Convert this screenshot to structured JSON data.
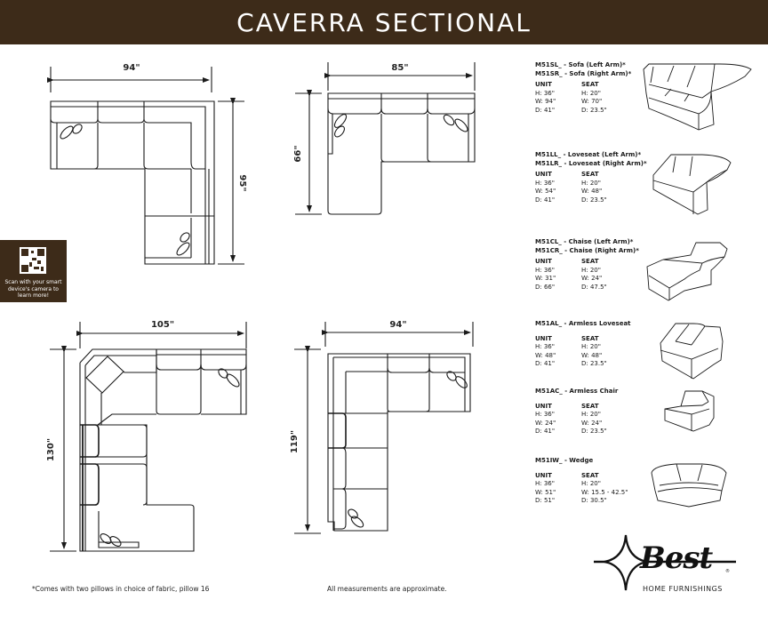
{
  "header": {
    "title": "CAVERRA SECTIONAL",
    "background": "#3d2b19"
  },
  "layouts": [
    {
      "id": "layout-1",
      "width_label": "94\"",
      "depth_label": "95\""
    },
    {
      "id": "layout-2",
      "width_label": "85\"",
      "depth_label": "66\""
    },
    {
      "id": "layout-3",
      "width_label": "105\"",
      "depth_label": "130\""
    },
    {
      "id": "layout-4",
      "width_label": "94\"",
      "depth_label": "119\""
    }
  ],
  "qr": {
    "caption": "Scan with your smart device's camera to learn more!",
    "icon": "qr-code-icon"
  },
  "specs": [
    {
      "names": [
        "M51SL_ - Sofa (Left Arm)*",
        "M51SR_ - Sofa (Right Arm)*"
      ],
      "unit_header": "UNIT",
      "seat_header": "SEAT",
      "unit": [
        "H: 36\"",
        "W: 94\"",
        "D: 41\""
      ],
      "seat": [
        "H: 20\"",
        "W: 70\"",
        "D: 23.5\""
      ]
    },
    {
      "names": [
        "M51LL_ - Loveseat (Left Arm)*",
        "M51LR_ - Loveseat (Right Arm)*"
      ],
      "unit_header": "UNIT",
      "seat_header": "SEAT",
      "unit": [
        "H: 36\"",
        "W: 54\"",
        "D: 41\""
      ],
      "seat": [
        "H: 20\"",
        "W: 48\"",
        "D: 23.5\""
      ]
    },
    {
      "names": [
        "M51CL_ - Chaise (Left Arm)*",
        "M51CR_ - Chaise (Right Arm)*"
      ],
      "unit_header": "UNIT",
      "seat_header": "SEAT",
      "unit": [
        "H: 36\"",
        "W: 31\"",
        "D: 66\""
      ],
      "seat": [
        "H: 20\"",
        "W: 24\"",
        "D: 47.5\""
      ]
    },
    {
      "names": [
        "M51AL_ - Armless Loveseat"
      ],
      "unit_header": "UNIT",
      "seat_header": "SEAT",
      "unit": [
        "H: 36\"",
        "W: 48\"",
        "D: 41\""
      ],
      "seat": [
        "H: 20\"",
        "W: 48\"",
        "D: 23.5\""
      ]
    },
    {
      "names": [
        "M51AC_ - Armless Chair"
      ],
      "unit_header": "UNIT",
      "seat_header": "SEAT",
      "unit": [
        "H: 36\"",
        "W: 24\"",
        "D: 41\""
      ],
      "seat": [
        "H: 20\"",
        "W: 24\"",
        "D: 23.5\""
      ]
    },
    {
      "names": [
        "M51IW_ - Wedge"
      ],
      "unit_header": "UNIT",
      "seat_header": "SEAT",
      "unit": [
        "H: 36\"",
        "W: 51\"",
        "D: 51\""
      ],
      "seat": [
        "H: 20\"",
        "W: 15.5 - 42.5\"",
        "D: 30.5\""
      ]
    }
  ],
  "footer": {
    "pillow_note": "*Comes with two pillows in choice of fabric, pillow 16",
    "measure_note": "All measurements are approximate."
  },
  "logo": {
    "word": "Best",
    "reg": "®",
    "sub": "HOME FURNISHINGS"
  }
}
